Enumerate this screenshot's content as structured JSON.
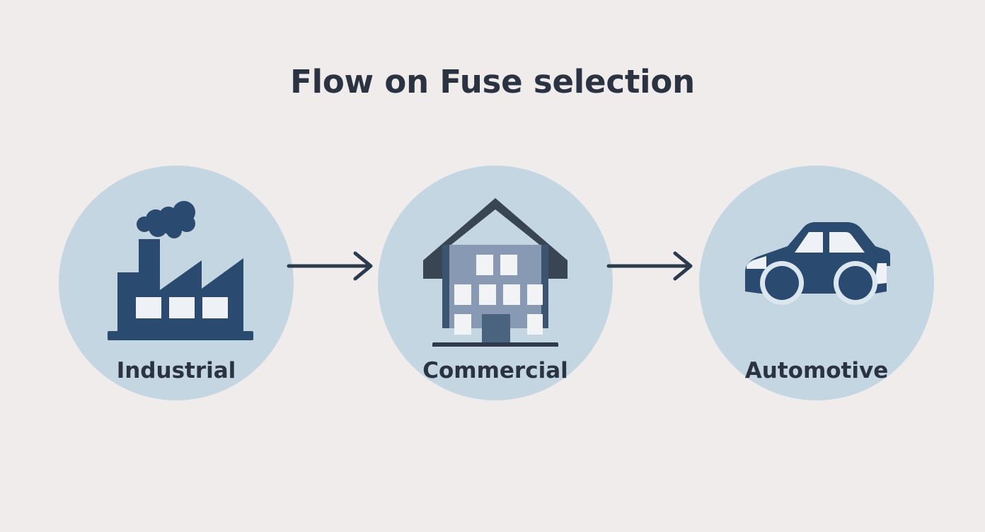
{
  "page": {
    "title": "Flow on Fuse selection",
    "background_color": "#f0ecec",
    "accent_dark": "#2b4a6f",
    "accent_circle": "#c5d6e3",
    "text_color": "#2b3242",
    "arrow_color": "#2c3a4e"
  },
  "flow": {
    "steps": [
      {
        "id": "industrial",
        "label": "Industrial",
        "icon": "factory-icon"
      },
      {
        "id": "commercial",
        "label": "Commercial",
        "icon": "building-icon"
      },
      {
        "id": "automotive",
        "label": "Automotive",
        "icon": "car-icon"
      }
    ],
    "connectors": [
      {
        "id": "connector-1",
        "icon": "arrow-right-icon"
      },
      {
        "id": "connector-2",
        "icon": "arrow-right-icon"
      }
    ]
  }
}
